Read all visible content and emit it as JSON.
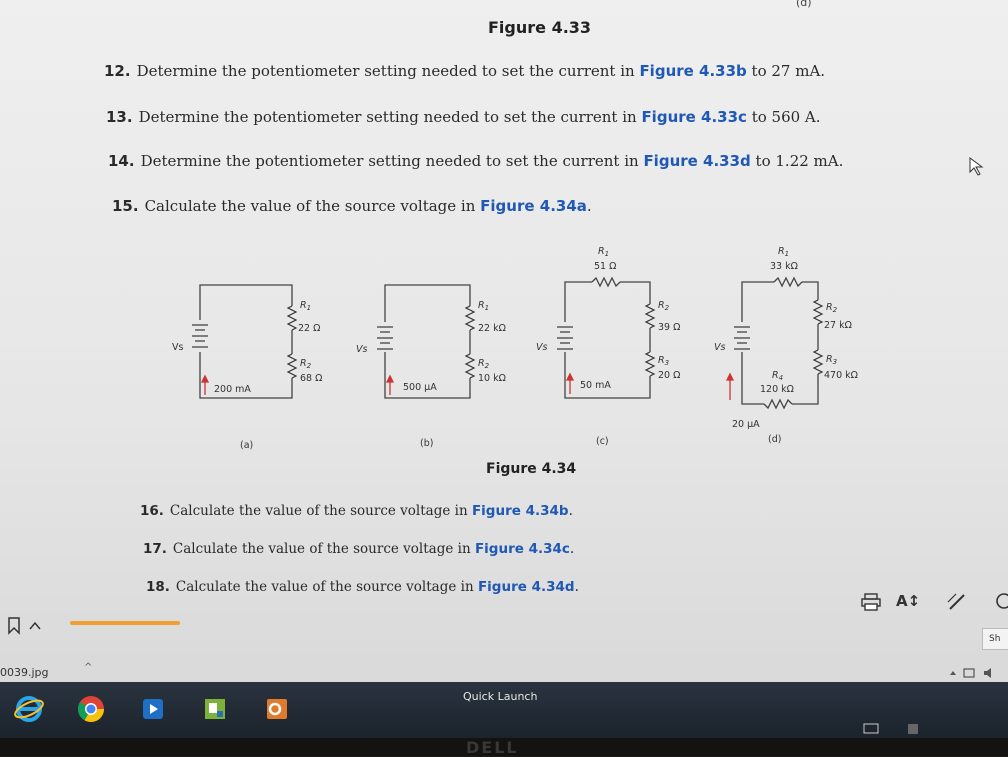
{
  "top_corner_label": "(d)",
  "figure_433_title": "Figure 4.33",
  "questions_top": [
    {
      "num": "12.",
      "text": "Determine the potentiometer setting needed to set the current in ",
      "link": "Figure 4.33b",
      "tail": " to 27 mA."
    },
    {
      "num": "13.",
      "text": "Determine the potentiometer setting needed to set the current in ",
      "link": "Figure 4.33c",
      "tail": " to 560 A."
    },
    {
      "num": "14.",
      "text": "Determine the potentiometer setting needed to set the current in ",
      "link": "Figure 4.33d",
      "tail": " to 1.22 mA."
    },
    {
      "num": "15.",
      "text": "Calculate the value of the source voltage in ",
      "link": "Figure 4.34a",
      "tail": "."
    }
  ],
  "circuits": {
    "a": {
      "vs": "Vs",
      "r1": "R",
      "r1_sub": "1",
      "r1_val": "22 Ω",
      "r2": "R",
      "r2_sub": "2",
      "r2_val": "68 Ω",
      "current": "200 mA",
      "caption": "(a)"
    },
    "b": {
      "vs": "Vs",
      "r1": "R",
      "r1_sub": "1",
      "r1_val": "22 kΩ",
      "r2": "R",
      "r2_sub": "2",
      "r2_val": "10 kΩ",
      "current": "500 μA",
      "caption": "(b)"
    },
    "c": {
      "vs": "Vs",
      "r1": "R",
      "r1_sub": "1",
      "r1_val": "51 Ω",
      "r2": "R",
      "r2_sub": "2",
      "r2_val": "39 Ω",
      "r3": "R",
      "r3_sub": "3",
      "r3_val": "20 Ω",
      "current": "50 mA",
      "caption": "(c)"
    },
    "d": {
      "vs": "Vs",
      "r1": "R",
      "r1_sub": "1",
      "r1_val": "33 kΩ",
      "r2": "R",
      "r2_sub": "2",
      "r2_val": "27 kΩ",
      "r3": "R",
      "r3_sub": "3",
      "r3_val": "470 kΩ",
      "r4": "R",
      "r4_sub": "4",
      "r4_val": "120 kΩ",
      "current": "20 μA",
      "caption": "(d)"
    }
  },
  "figure_434_title": "Figure 4.34",
  "questions_bottom": [
    {
      "num": "16.",
      "text": "Calculate the value of the source voltage in ",
      "link": "Figure 4.34b",
      "tail": "."
    },
    {
      "num": "17.",
      "text": "Calculate the value of the source voltage in ",
      "link": "Figure 4.34c",
      "tail": "."
    },
    {
      "num": "18.",
      "text": "Calculate the value of the source voltage in ",
      "link": "Figure 4.34d",
      "tail": "."
    }
  ],
  "toolbar": {
    "text_size": "A↕",
    "share_partial": "Sh"
  },
  "download": {
    "filename": "0039.jpg",
    "chevron": "^"
  },
  "taskbar": {
    "quick_launch": "Quick Launch"
  },
  "monitor_brand": "DELL",
  "colors": {
    "link": "#1f59b5",
    "progress": "#f0a030",
    "taskbar": "#1f2830"
  }
}
